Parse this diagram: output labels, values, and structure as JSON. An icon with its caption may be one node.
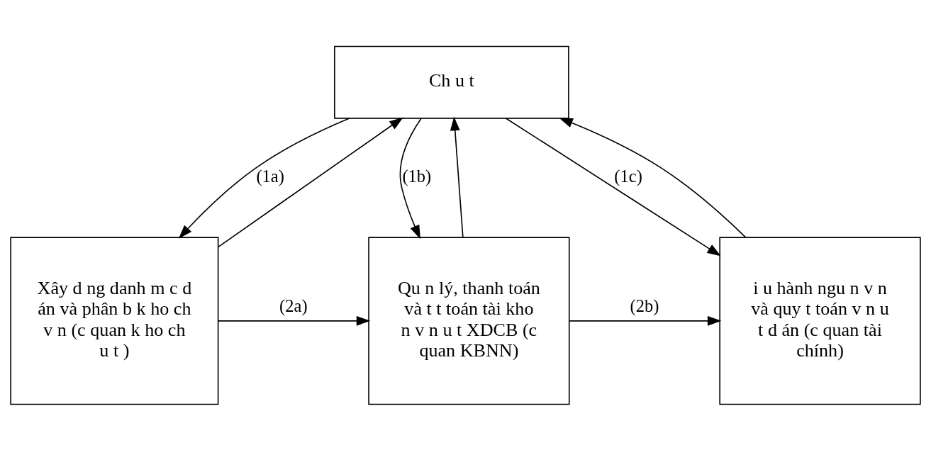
{
  "diagram": {
    "nodes": [
      {
        "text": [
          "Ch u t"
        ]
      },
      {
        "text": [
          "Xây d ng danh m c d án và phân b k ho ch v n (c quan k ho ch u t )"
        ]
      },
      {
        "text": [
          "Qu n lý, thanh toán và t t toán tài kho n v n u t XDCB (c quan KBNN)"
        ]
      },
      {
        "text": [
          "i u hành ngu n v n và quy t toán v n u t d án (c quan tài chính)"
        ]
      }
    ],
    "edges": [
      {
        "from": 1,
        "to": 0,
        "arrow": "to"
      },
      {
        "from": 0,
        "to": 1,
        "arrow": "to",
        "label": "(1a)"
      },
      {
        "from": 0,
        "to": 2,
        "arrow": "to",
        "label": "(1b)"
      },
      {
        "from": 2,
        "to": 0,
        "arrow": "to"
      },
      {
        "from": 0,
        "to": 3,
        "arrow": "to",
        "label": "(1c)"
      },
      {
        "from": 3,
        "to": 0,
        "arrow": "to"
      },
      {
        "from": 1,
        "to": 2,
        "arrow": "to",
        "label": "(2a)"
      },
      {
        "from": 2,
        "to": 3,
        "arrow": "to",
        "label": "(2b)"
      }
    ]
  }
}
